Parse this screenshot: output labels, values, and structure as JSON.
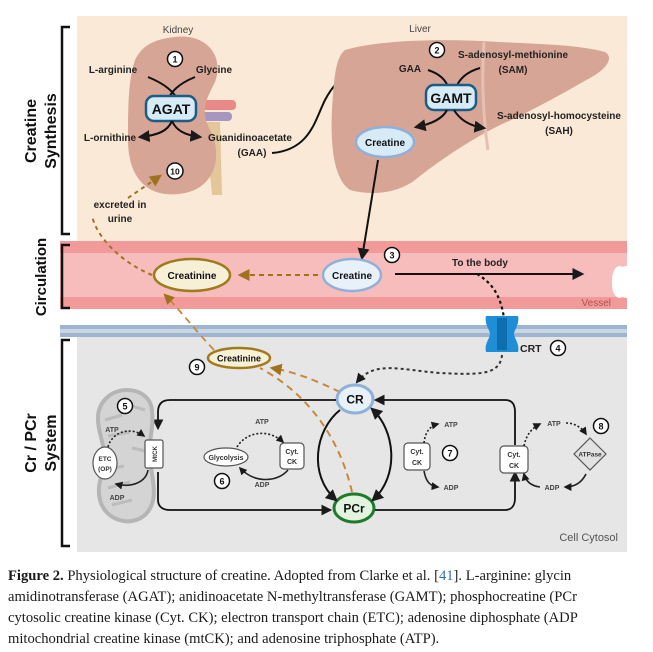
{
  "sections": {
    "synthesis": [
      "Creatine",
      "Synthesis"
    ],
    "circulation": "Circulation",
    "crpcr": [
      "Cr / PCr",
      "System"
    ]
  },
  "kidney": {
    "organ_label": "Kidney",
    "step_number": "1",
    "substrate_left": "L-arginine",
    "substrate_right": "Glycine",
    "enzyme": "AGAT",
    "product_left": "L-ornithine",
    "product_right_line1": "Guanidinoacetate",
    "product_right_line2": "(GAA)",
    "excretion_step": "10",
    "excretion_label_line1": "excreted in",
    "excretion_label_line2": "urine"
  },
  "liver": {
    "organ_label": "Liver",
    "step_number": "2",
    "substrate_left": "GAA",
    "substrate_right_line1": "S-adenosyl-methionine",
    "substrate_right_line2": "(SAM)",
    "enzyme": "GAMT",
    "product_right_line1": "S-adenosyl-homocysteine",
    "product_right_line2": "(SAH)",
    "product_left": "Creatine"
  },
  "circulation": {
    "step_number": "3",
    "creatine": "Creatine",
    "creatinine": "Creatinine",
    "to_body": "To the body",
    "vessel_label": "Vessel"
  },
  "transporter": {
    "label": "CRT",
    "step_number": "4"
  },
  "cytosol": {
    "label": "Cell Cytosol",
    "creatinine": "Creatinine",
    "creatinine_step": "9",
    "cr": "CR",
    "pcr": "PCr",
    "mito": {
      "step_number": "5",
      "atp": "ATP",
      "adp": "ADP",
      "etc_line1": "ETC",
      "etc_line2": "(OP)",
      "mtck": "MtCK"
    },
    "glycolysis": {
      "step_number": "6",
      "label": "Glycolysis",
      "atp": "ATP",
      "adp": "ADP",
      "ck_line1": "Cyt.",
      "ck_line2": "CK"
    },
    "ck7": {
      "step_number": "7",
      "atp": "ATP",
      "adp": "ADP",
      "ck_line1": "Cyt.",
      "ck_line2": "CK"
    },
    "atpase": {
      "step_number": "8",
      "label": "ATPase",
      "atp": "ATP",
      "adp": "ADP",
      "ck_line1": "Cyt.",
      "ck_line2": "CK"
    }
  },
  "colors": {
    "synthesis_bg": "#fbe9d7",
    "organ": "#d7a596",
    "enzyme_fill": "#d7ebf7",
    "enzyme_stroke": "#1b5d86",
    "creatine_stroke": "#8fb0d9",
    "creatinine_stroke": "#a07a1c",
    "creatinine_fill": "#f6f1d6",
    "pcr_stroke": "#1f7a2a",
    "pcr_fill": "#e2f3e0",
    "vessel_wall": "#f29a9a",
    "vessel_lumen": "#f7bcbc",
    "membrane": "#9fb5cf",
    "cytosol_bg": "#e6e6e6",
    "transporter": "#1e8fd6",
    "excretion_arrow": "#c8873a"
  },
  "caption": {
    "fig_label": "Figure 2.",
    "line1_a": " Physiological structure of creatine.  Adopted from Clarke et al. [",
    "ref": "41",
    "line1_b": "].  L-arginine: glycin",
    "line2": "amidinotransferase (AGAT); anidinoacetate N-methyltransferase (GAMT); phosphocreatine (PCr",
    "line3": "cytosolic creatine kinase (Cyt. CK); electron transport chain (ETC); adenosine diphosphate (ADP",
    "line4": "mitochondrial creatine kinase (mtCK); and adenosine triphosphate (ATP)."
  }
}
